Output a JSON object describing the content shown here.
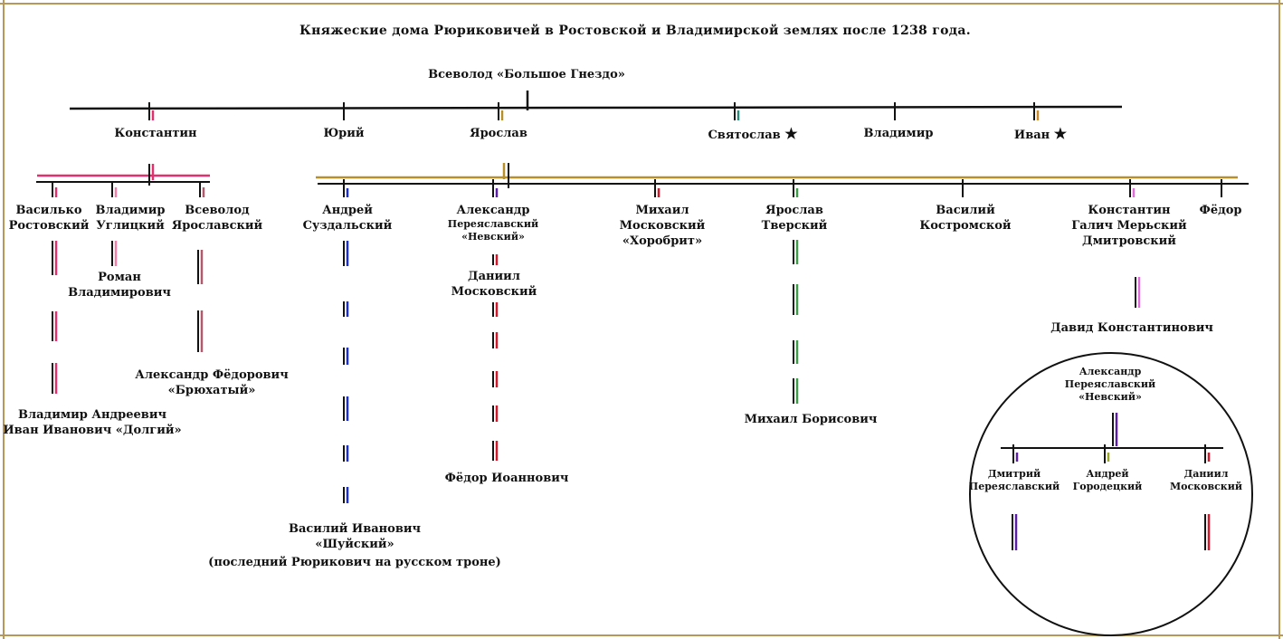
{
  "title": "Княжеские дома Рюриковичей в Ростовской и Владимирской землях после 1238 года.",
  "colors": {
    "border": "#b8985a",
    "line": "#111111",
    "konstantin": "#e0306e",
    "vladimir_uglich": "#f27fa8",
    "vsevolod_yar": "#b05a6e",
    "yaroslav": "#b8902a",
    "andrei_suzd": "#1a2fd6",
    "alexander": "#5a1fa6",
    "moscow": "#d2192b",
    "tver": "#3f9a4a",
    "svyatoslav": "#2e8b7a",
    "ivan": "#c88a2a",
    "konst_galich": "#e06ed8",
    "andrei_gorod": "#9aa62a"
  },
  "root": {
    "label": "Всеволод «Большое Гнездо»"
  },
  "sons": [
    {
      "label": "Константин"
    },
    {
      "label": "Юрий"
    },
    {
      "label": "Ярослав"
    },
    {
      "label": "Святослав",
      "mark": "★"
    },
    {
      "label": "Владимир"
    },
    {
      "label": "Иван",
      "mark": "★"
    }
  ],
  "konstantin_sons": [
    {
      "lines": [
        "Василько",
        "Ростовский"
      ]
    },
    {
      "lines": [
        "Владимир",
        "Углицкий"
      ]
    },
    {
      "lines": [
        "Всеволод",
        "Ярославский"
      ]
    }
  ],
  "rostov_descendants": {
    "lines": [
      "Владимир Андреевич",
      "Иван Иванович «Долгий»"
    ]
  },
  "uglich_descendant": {
    "lines": [
      "Роман",
      "Владимирович"
    ]
  },
  "yaroslavl_descendant": {
    "lines": [
      "Александр Фёдорович",
      "«Брюхатый»"
    ]
  },
  "yaroslav_sons": [
    {
      "lines": [
        "Андрей",
        "Суздальский"
      ]
    },
    {
      "lines": [
        "Александр",
        "Переяславский",
        "«Невский»"
      ]
    },
    {
      "lines": [
        "Михаил",
        "Московский",
        "«Хоробрит»"
      ]
    },
    {
      "lines": [
        "Ярослав",
        "Тверский"
      ]
    },
    {
      "lines": [
        "Василий",
        "Костромской"
      ]
    },
    {
      "lines": [
        "Константин",
        "Галич  Мерьский",
        "Дмитровский"
      ]
    },
    {
      "lines": [
        "Фёдор"
      ]
    }
  ],
  "suzdal_end": {
    "lines": [
      "Василий Иванович",
      "«Шуйский»",
      "(последний Рюрикович на русском троне)"
    ]
  },
  "moscow_start": {
    "lines": [
      "Даниил",
      "Московский"
    ]
  },
  "moscow_end": {
    "lines": [
      "Фёдор Иоаннович"
    ]
  },
  "tver_end": {
    "lines": [
      "Михаил Борисович"
    ]
  },
  "galich_end": {
    "lines": [
      "Давид Константинович"
    ]
  },
  "inset": {
    "parent": {
      "lines": [
        "Александр",
        "Переяславский",
        "«Невский»"
      ]
    },
    "children": [
      {
        "lines": [
          "Дмитрий",
          "Переяславский"
        ]
      },
      {
        "lines": [
          "Андрей",
          "Городецкий"
        ]
      },
      {
        "lines": [
          "Даниил",
          "Московский"
        ]
      }
    ]
  }
}
